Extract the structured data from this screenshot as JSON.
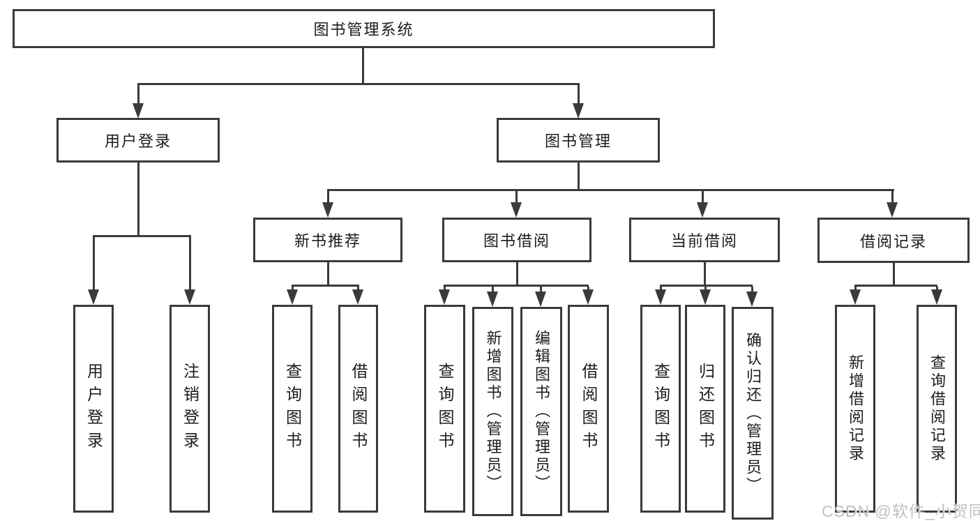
{
  "tree": {
    "root": {
      "label": "图书管理系统",
      "children": [
        {
          "label": "用户登录",
          "children": [
            {
              "label": "用户登录"
            },
            {
              "label": "注销登录"
            }
          ]
        },
        {
          "label": "图书管理",
          "children": [
            {
              "label": "新书推荐",
              "children": [
                {
                  "label": "查询图书"
                },
                {
                  "label": "借阅图书"
                }
              ]
            },
            {
              "label": "图书借阅",
              "children": [
                {
                  "label": "查询图书"
                },
                {
                  "label": "新增图书（管理员）"
                },
                {
                  "label": "编辑图书（管理员）"
                },
                {
                  "label": "借阅图书"
                }
              ]
            },
            {
              "label": "当前借阅",
              "children": [
                {
                  "label": "查询图书"
                },
                {
                  "label": "归还图书"
                },
                {
                  "label": "确认归还（管理员）"
                }
              ]
            },
            {
              "label": "借阅记录",
              "children": [
                {
                  "label": "新增借阅记录"
                },
                {
                  "label": "查询借阅记录"
                }
              ]
            }
          ]
        }
      ]
    }
  },
  "watermark": {
    "text": "CSDN @软件_小贺同学"
  },
  "colors": {
    "line": "#3a3a3a",
    "text": "#1c1c1c",
    "watermark": "#bfbfbf",
    "background": "#ffffff"
  }
}
